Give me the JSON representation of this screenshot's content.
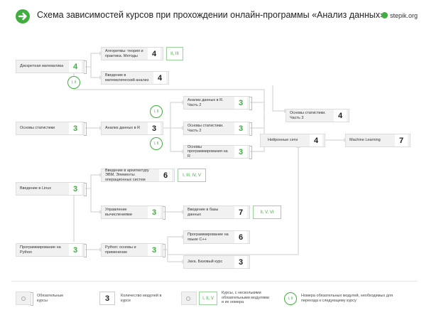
{
  "header": {
    "title": "Схема зависимостей курсов при прохождении онлайн-программы «Анализ данных»",
    "brand": "stepik.org"
  },
  "colors": {
    "accent": "#3fae3f",
    "card_bg": "#f1f1f1",
    "line": "#dddddd"
  },
  "icons": {
    "logo": "arrow-right-circle-icon",
    "brand": "stepik-logo-icon"
  },
  "courses": {
    "discrete": {
      "label": "Дискретная математика",
      "count": "4"
    },
    "algorithms": {
      "label": "Алгоритмы: теория и практика. Методы",
      "count": "4",
      "modules": "II, III"
    },
    "matan": {
      "label": "Введение в математический анализ",
      "count": "4"
    },
    "stats_basic": {
      "label": "Основы статистики",
      "count": "3"
    },
    "r_analysis": {
      "label": "Анализ данных в R",
      "count": "3"
    },
    "r_analysis2": {
      "label": "Анализ данных в R. Часть 2",
      "count": "3"
    },
    "stats2": {
      "label": "Основы статистики. Часть 2",
      "count": "3"
    },
    "r_prog": {
      "label": "Основы программирования на R",
      "count": "3"
    },
    "stats3": {
      "label": "Основы статистики. Часть 3",
      "count": "4"
    },
    "neural": {
      "label": "Нейронные сети",
      "count": "4"
    },
    "ml": {
      "label": "Machine Learning",
      "count": "7"
    },
    "linux": {
      "label": "Введение в Linux",
      "count": "3"
    },
    "arch": {
      "label": "Введение в архитектуру ЭВМ. Элементы операционных систем",
      "count": "6",
      "modules": "I, III, IV, V"
    },
    "compmgmt": {
      "label": "Управление вычислениями",
      "count": "3"
    },
    "db": {
      "label": "Введение в базы данных",
      "count": "7",
      "modules": "II, V, VI"
    },
    "py_prog": {
      "label": "Программирование на Python",
      "count": "3"
    },
    "py_basic": {
      "label": "Python: основы и применение",
      "count": "3"
    },
    "cpp": {
      "label": "Программирование на языке C++",
      "count": "6"
    },
    "java": {
      "label": "Java. Базовый курс",
      "count": "3"
    }
  },
  "prereqs": {
    "discrete_to_ml": "I, II",
    "stats_to_r2": "I, II",
    "stats_to_rprog": "I, II"
  },
  "legend": {
    "mandatory": "Обязательные курсы",
    "count_sample": "3",
    "count_text": "Количество модулей в курсе",
    "multi_sample": "I, II, V",
    "multi_text": "Курсы, с несколькими обязательными модулями и их номера",
    "circle_sample": "I, II",
    "circle_text": "Номера обязательных модулей, необходимых для перехода к следующему курсу"
  }
}
